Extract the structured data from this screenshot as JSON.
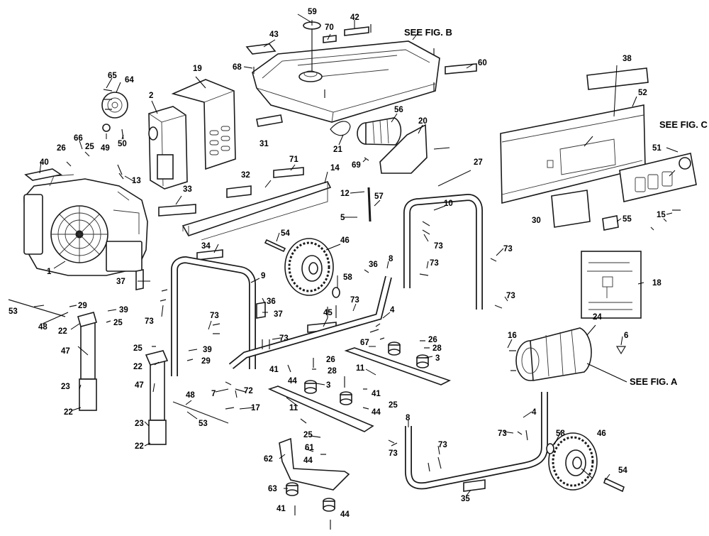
{
  "references": {
    "fig_a": "SEE FIG. A",
    "fig_b": "SEE FIG. B",
    "fig_c": "SEE FIG. C"
  },
  "callouts": [
    {
      "id": "c1",
      "label": "1"
    },
    {
      "id": "c2",
      "label": "2"
    },
    {
      "id": "c3a",
      "label": "3"
    },
    {
      "id": "c3b",
      "label": "3"
    },
    {
      "id": "c4a",
      "label": "4"
    },
    {
      "id": "c4b",
      "label": "4"
    },
    {
      "id": "c5",
      "label": "5"
    },
    {
      "id": "c6",
      "label": "6"
    },
    {
      "id": "c7",
      "label": "7"
    },
    {
      "id": "c8a",
      "label": "8"
    },
    {
      "id": "c8b",
      "label": "8"
    },
    {
      "id": "c9",
      "label": "9"
    },
    {
      "id": "c10",
      "label": "10"
    },
    {
      "id": "c11a",
      "label": "11"
    },
    {
      "id": "c11b",
      "label": "11"
    },
    {
      "id": "c12",
      "label": "12"
    },
    {
      "id": "c13",
      "label": "13"
    },
    {
      "id": "c14",
      "label": "14"
    },
    {
      "id": "c15",
      "label": "15"
    },
    {
      "id": "c16",
      "label": "16"
    },
    {
      "id": "c17",
      "label": "17"
    },
    {
      "id": "c18",
      "label": "18"
    },
    {
      "id": "c19",
      "label": "19"
    },
    {
      "id": "c20",
      "label": "20"
    },
    {
      "id": "c21",
      "label": "21"
    },
    {
      "id": "c22a",
      "label": "22"
    },
    {
      "id": "c22b",
      "label": "22"
    },
    {
      "id": "c22c",
      "label": "22"
    },
    {
      "id": "c22d",
      "label": "22"
    },
    {
      "id": "c23a",
      "label": "23"
    },
    {
      "id": "c23b",
      "label": "23"
    },
    {
      "id": "c24",
      "label": "24"
    },
    {
      "id": "c25a",
      "label": "25"
    },
    {
      "id": "c25b",
      "label": "25"
    },
    {
      "id": "c25c",
      "label": "25"
    },
    {
      "id": "c25d",
      "label": "25"
    },
    {
      "id": "c25e",
      "label": "25"
    },
    {
      "id": "c26a",
      "label": "26"
    },
    {
      "id": "c26b",
      "label": "26"
    },
    {
      "id": "c26c",
      "label": "26"
    },
    {
      "id": "c27",
      "label": "27"
    },
    {
      "id": "c28a",
      "label": "28"
    },
    {
      "id": "c28b",
      "label": "28"
    },
    {
      "id": "c29a",
      "label": "29"
    },
    {
      "id": "c29b",
      "label": "29"
    },
    {
      "id": "c30",
      "label": "30"
    },
    {
      "id": "c31",
      "label": "31"
    },
    {
      "id": "c32",
      "label": "32"
    },
    {
      "id": "c33",
      "label": "33"
    },
    {
      "id": "c34",
      "label": "34"
    },
    {
      "id": "c35",
      "label": "35"
    },
    {
      "id": "c36a",
      "label": "36"
    },
    {
      "id": "c36b",
      "label": "36"
    },
    {
      "id": "c37a",
      "label": "37"
    },
    {
      "id": "c37b",
      "label": "37"
    },
    {
      "id": "c38",
      "label": "38"
    },
    {
      "id": "c39a",
      "label": "39"
    },
    {
      "id": "c39b",
      "label": "39"
    },
    {
      "id": "c40",
      "label": "40"
    },
    {
      "id": "c41a",
      "label": "41"
    },
    {
      "id": "c41b",
      "label": "41"
    },
    {
      "id": "c41c",
      "label": "41"
    },
    {
      "id": "c42",
      "label": "42"
    },
    {
      "id": "c43",
      "label": "43"
    },
    {
      "id": "c44a",
      "label": "44"
    },
    {
      "id": "c44b",
      "label": "44"
    },
    {
      "id": "c44c",
      "label": "44"
    },
    {
      "id": "c44d",
      "label": "44"
    },
    {
      "id": "c45",
      "label": "45"
    },
    {
      "id": "c46a",
      "label": "46"
    },
    {
      "id": "c46b",
      "label": "46"
    },
    {
      "id": "c47a",
      "label": "47"
    },
    {
      "id": "c47b",
      "label": "47"
    },
    {
      "id": "c48a",
      "label": "48"
    },
    {
      "id": "c48b",
      "label": "48"
    },
    {
      "id": "c49",
      "label": "49"
    },
    {
      "id": "c50",
      "label": "50"
    },
    {
      "id": "c51",
      "label": "51"
    },
    {
      "id": "c52",
      "label": "52"
    },
    {
      "id": "c53a",
      "label": "53"
    },
    {
      "id": "c53b",
      "label": "53"
    },
    {
      "id": "c54a",
      "label": "54"
    },
    {
      "id": "c54b",
      "label": "54"
    },
    {
      "id": "c55",
      "label": "55"
    },
    {
      "id": "c56",
      "label": "56"
    },
    {
      "id": "c57",
      "label": "57"
    },
    {
      "id": "c58a",
      "label": "58"
    },
    {
      "id": "c58b",
      "label": "58"
    },
    {
      "id": "c59",
      "label": "59"
    },
    {
      "id": "c60",
      "label": "60"
    },
    {
      "id": "c61",
      "label": "61"
    },
    {
      "id": "c62",
      "label": "62"
    },
    {
      "id": "c63",
      "label": "63"
    },
    {
      "id": "c64",
      "label": "64"
    },
    {
      "id": "c65",
      "label": "65"
    },
    {
      "id": "c66",
      "label": "66"
    },
    {
      "id": "c67",
      "label": "67"
    },
    {
      "id": "c68",
      "label": "68"
    },
    {
      "id": "c69",
      "label": "69"
    },
    {
      "id": "c70",
      "label": "70"
    },
    {
      "id": "c71",
      "label": "71"
    },
    {
      "id": "c72",
      "label": "72"
    },
    {
      "id": "c73a",
      "label": "73"
    },
    {
      "id": "c73b",
      "label": "73"
    },
    {
      "id": "c73c",
      "label": "73"
    },
    {
      "id": "c73d",
      "label": "73"
    },
    {
      "id": "c73e",
      "label": "73"
    },
    {
      "id": "c73f",
      "label": "73"
    },
    {
      "id": "c73g",
      "label": "73"
    },
    {
      "id": "c73h",
      "label": "73"
    },
    {
      "id": "c73i",
      "label": "73"
    },
    {
      "id": "c73j",
      "label": "73"
    },
    {
      "id": "c73k",
      "label": "73"
    }
  ]
}
